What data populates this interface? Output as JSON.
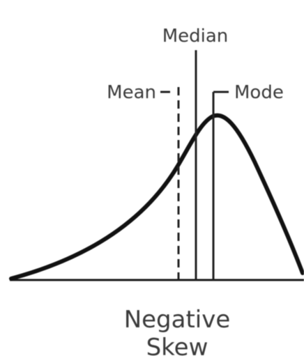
{
  "labels": {
    "median": "Median",
    "mean": "Mean",
    "mode": "Mode",
    "caption_line1": "Negative",
    "caption_line2": "Skew"
  },
  "colors": {
    "ink": "#111111",
    "text": "#3a3a3a",
    "background": "#ffffff"
  }
}
